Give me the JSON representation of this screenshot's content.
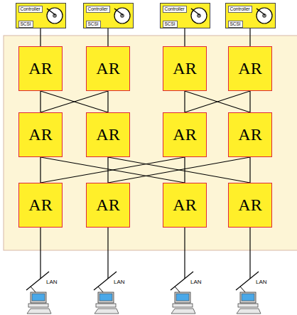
{
  "diagram": {
    "nodes": [
      {
        "text": [
          "Controller",
          "SCSI"
        ]
      },
      {
        "text": [
          "Controller",
          "SCSI"
        ]
      },
      {
        "text": [
          "Controller",
          "SCSI"
        ]
      },
      {
        "text": [
          "Controller",
          "SCSI"
        ]
      },
      {
        "text": [
          "AR"
        ]
      },
      {
        "text": [
          "AR"
        ]
      },
      {
        "text": [
          "AR"
        ]
      },
      {
        "text": [
          "AR"
        ]
      },
      {
        "text": [
          "AR"
        ]
      },
      {
        "text": [
          "AR"
        ]
      },
      {
        "text": [
          "AR"
        ]
      },
      {
        "text": [
          "AR"
        ]
      },
      {
        "text": [
          "AR"
        ]
      },
      {
        "text": [
          "AR"
        ]
      },
      {
        "text": [
          "AR"
        ]
      },
      {
        "text": [
          "AR"
        ]
      }
    ],
    "edges": [
      {
        "from": 0,
        "to": 4,
        "arrow": "none"
      },
      {
        "from": 1,
        "to": 5,
        "arrow": "none"
      },
      {
        "from": 2,
        "to": 6,
        "arrow": "none"
      },
      {
        "from": 3,
        "to": 7,
        "arrow": "none"
      },
      {
        "from": 4,
        "to": 8,
        "arrow": "none"
      },
      {
        "from": 5,
        "to": 9,
        "arrow": "none"
      },
      {
        "from": 6,
        "to": 10,
        "arrow": "none"
      },
      {
        "from": 7,
        "to": 11,
        "arrow": "none"
      },
      {
        "from": 4,
        "to": 9,
        "arrow": "none"
      },
      {
        "from": 5,
        "to": 8,
        "arrow": "none"
      },
      {
        "from": 6,
        "to": 11,
        "arrow": "none"
      },
      {
        "from": 7,
        "to": 10,
        "arrow": "none"
      },
      {
        "from": 8,
        "to": 12,
        "arrow": "none"
      },
      {
        "from": 9,
        "to": 13,
        "arrow": "none"
      },
      {
        "from": 10,
        "to": 14,
        "arrow": "none"
      },
      {
        "from": 11,
        "to": 15,
        "arrow": "none"
      },
      {
        "from": 8,
        "to": 14,
        "arrow": "none"
      },
      {
        "from": 9,
        "to": 15,
        "arrow": "none"
      },
      {
        "from": 10,
        "to": 12,
        "arrow": "none"
      },
      {
        "from": 11,
        "to": 13,
        "arrow": "none"
      }
    ],
    "labels": [
      "LAN",
      "LAN",
      "LAN",
      "LAN"
    ]
  }
}
